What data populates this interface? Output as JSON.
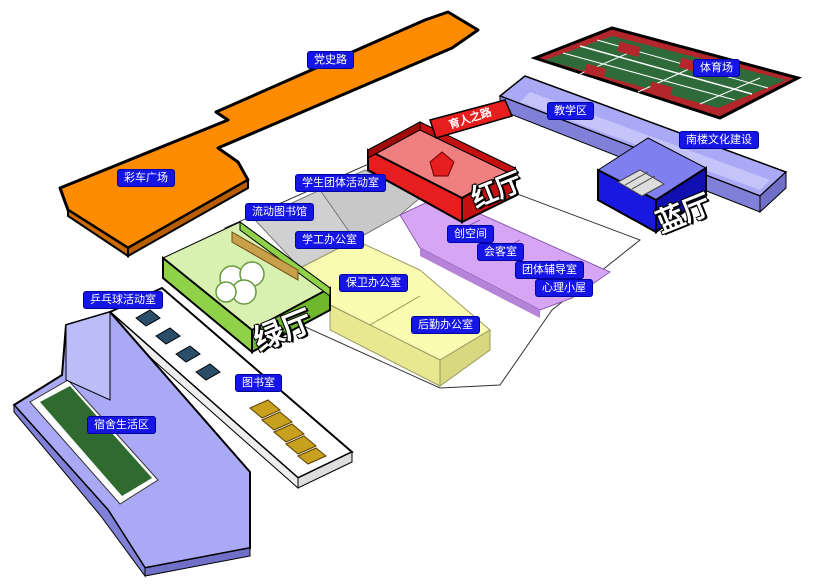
{
  "map": {
    "labels": {
      "dang_shi_lu": "党史路",
      "caiche_guangchang": "彩车广场",
      "tiyuchang": "体育场",
      "jiaoxuequ": "教学区",
      "nanlou_wenhua": "南楼文化建设",
      "xuesheng_tuanti": "学生团体活动室",
      "liudong_tushuguan": "流动图书馆",
      "xuegong_bangongshi": "学工办公室",
      "chuangkongjian": "创空间",
      "huikeshi": "会客室",
      "tuanti_fudaoshi": "团体辅导室",
      "xinli_xiaowu": "心理小屋",
      "baowei_bangongshi": "保卫办公室",
      "houqin_bangongshi": "后勤办公室",
      "pingpang": "乒乓球活动室",
      "tushushi": "图书室",
      "sushe": "宿舍生活区"
    },
    "halls": {
      "red": "红厅",
      "green": "绿厅",
      "blue": "蓝厅"
    },
    "sign": "育人之路",
    "colors": {
      "orange": "#ff8c00",
      "red": "#e61e1e",
      "green": "#8fd24a",
      "blue": "#1818e0",
      "lavender": "#a9a9f5",
      "yellow": "#fafab0",
      "purple": "#d6a6f5",
      "grey": "#c8c8c8",
      "court_green": "#2f6b3a",
      "court_red": "#b3262b",
      "label_bg": "#1515e6"
    }
  }
}
